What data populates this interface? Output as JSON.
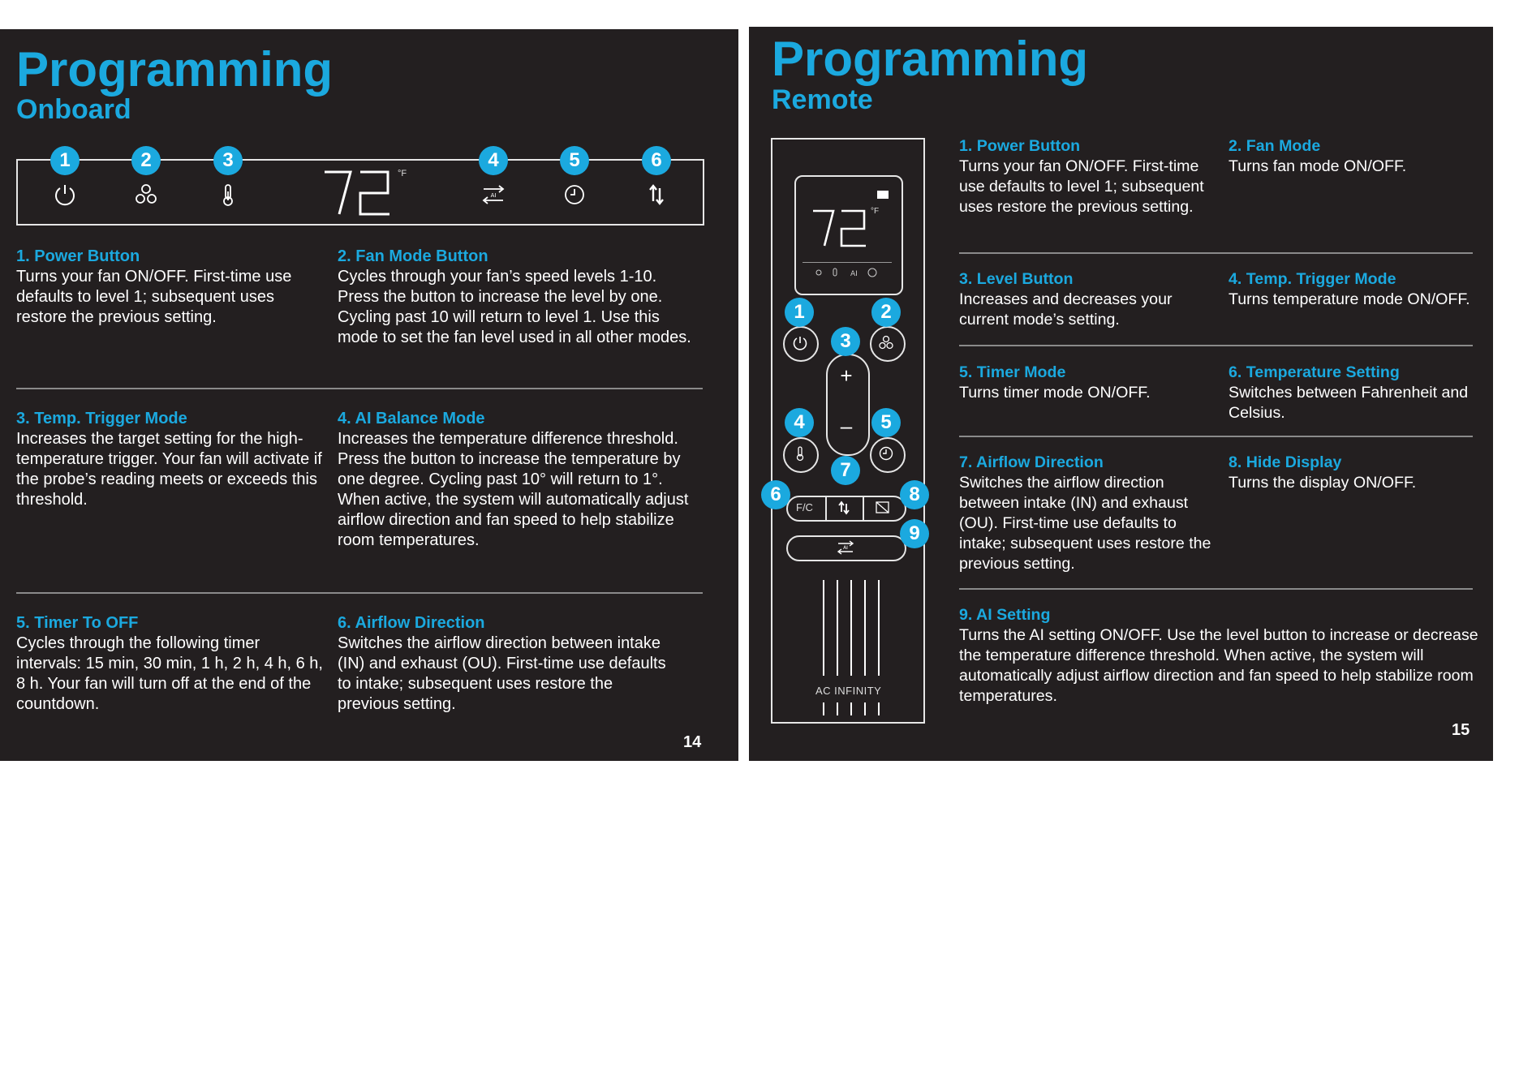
{
  "left": {
    "title": "Programming",
    "subtitle": "Onboard",
    "panel": {
      "temp": "72",
      "unit": "°F",
      "badges": [
        "1",
        "2",
        "3",
        "4",
        "5",
        "6"
      ],
      "icons": [
        "power-icon",
        "fan-icon",
        "thermometer-icon",
        "ai-balance-icon",
        "timer-icon",
        "airflow-icon"
      ]
    },
    "sections": [
      {
        "head": "1. Power Button",
        "body": "Turns your fan ON/OFF. First-time use defaults to level 1; subsequent uses restore the previous setting."
      },
      {
        "head": "2. Fan Mode Button",
        "body": "Cycles through your fan’s speed levels 1-10. Press the button to increase the level by one. Cycling past 10 will return to level 1. Use this mode to set the fan level used in all other modes."
      },
      {
        "head": "3. Temp. Trigger Mode",
        "body": "Increases the target setting for the high-temperature trigger. Your fan will activate if the probe’s reading meets or exceeds this threshold."
      },
      {
        "head": "4. AI Balance Mode",
        "body": "Increases the temperature difference threshold. Press the button to increase the temperature by one degree. Cycling past 10° will return to 1°. When active, the system will automatically adjust airflow direction and fan speed to help stabilize room temperatures."
      },
      {
        "head": "5. Timer To OFF",
        "body": "Cycles through the following timer intervals: 15 min, 30 min, 1 h, 2 h, 4 h, 6 h, 8 h. Your fan will turn off at the end of the countdown."
      },
      {
        "head": "6. Airflow Direction",
        "body": "Switches the airflow direction between intake (IN) and exhaust (OU). First-time use defaults to intake; subsequent uses restore the previous setting."
      }
    ],
    "page_number": "14"
  },
  "right": {
    "title": "Programming",
    "subtitle": "Remote",
    "remote": {
      "temp": "72",
      "unit": "°F",
      "fc_label": "F/C",
      "brand": "AC INFINITY",
      "badges": [
        "1",
        "2",
        "3",
        "4",
        "5",
        "6",
        "7",
        "8",
        "9"
      ],
      "plus": "+",
      "minus": "–"
    },
    "sections": [
      {
        "head": "1. Power Button",
        "body": "Turns your fan ON/OFF. First-time use defaults to level 1; subsequent uses restore the previous setting."
      },
      {
        "head": "2. Fan Mode",
        "body": "Turns fan mode ON/OFF."
      },
      {
        "head": "3. Level Button",
        "body": "Increases and decreases your current mode’s setting."
      },
      {
        "head": "4. Temp. Trigger Mode",
        "body": "Turns temperature mode ON/OFF."
      },
      {
        "head": "5. Timer Mode",
        "body": "Turns timer mode ON/OFF."
      },
      {
        "head": "6. Temperature Setting",
        "body": "Switches between Fahrenheit and Celsius."
      },
      {
        "head": "7. Airflow Direction",
        "body": "Switches the airflow direction between intake (IN) and exhaust (OU). First-time use defaults to intake; subsequent uses restore the previous setting."
      },
      {
        "head": "8. Hide Display",
        "body": "Turns the display ON/OFF."
      },
      {
        "head": "9. AI Setting",
        "body": "Turns the AI setting ON/OFF. Use the level button to increase or decrease the temperature difference threshold. When active, the system will automatically adjust airflow direction and fan speed to help stabilize room temperatures."
      }
    ],
    "page_number": "15"
  },
  "colors": {
    "accent": "#1ba9df",
    "page_bg": "#231f20",
    "rule": "#8a8a8a"
  }
}
